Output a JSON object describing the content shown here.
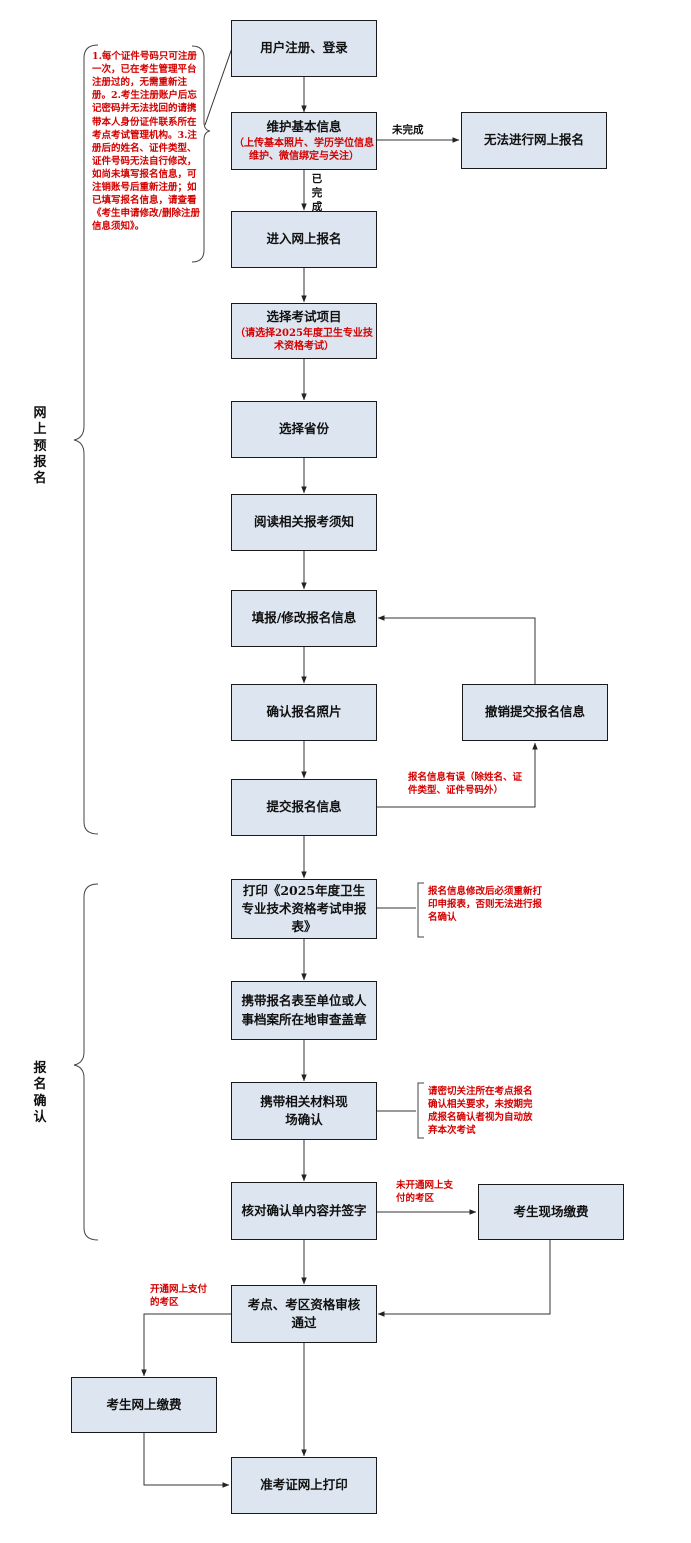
{
  "sections": {
    "pre": "网上预报名",
    "confirm": "报名确认"
  },
  "nodes": {
    "register": "用户注册、登录",
    "maintain_title": "维护基本信息",
    "maintain_sub": "（上传基本照片、学历学位信息维护、微信绑定与关注）",
    "cannot": "无法进行网上报名",
    "enter": "进入网上报名",
    "select_title": "选择考试项目",
    "select_sub": "（请选择2025年度卫生专业技术资格考试）",
    "province": "选择省份",
    "read": "阅读相关报考须知",
    "fill": "填报/修改报名信息",
    "photo": "确认报名照片",
    "submit": "提交报名信息",
    "revoke": "撤销提交报名信息",
    "print": "打印《2025年度卫生专业技术资格考试申报表》",
    "carry_form": "携带报名表至单位或人事档案所在地审查盖章",
    "carry_material": "携带相关材料现场确认",
    "verify": "核对确认单内容并签字",
    "onsite_pay": "考生现场缴费",
    "approve": "考点、考区资格审核通过",
    "online_pay": "考生网上缴费",
    "admit": "准考证网上打印"
  },
  "labels": {
    "incomplete": "未完成",
    "complete": "已完成",
    "info_error": "报名信息有误（除姓名、证件类型、证件号码外）",
    "no_online_pay": "未开通网上支付的考区",
    "online_pay_open": "开通网上支付的考区"
  },
  "notes": {
    "register_rules": "1.每个证件号码只可注册一次，已在考生管理平台注册过的，无需重新注册。2.考生注册账户后忘记密码并无法找回的请携带本人身份证件联系所在考点考试管理机构。3.注册后的姓名、证件类型、证件号码无法自行修改，如尚未填写报名信息，可注销账号后重新注册；如已填写报名信息，请查看《考生申请修改/删除注册信息须知》。",
    "reprint": "报名信息修改后必须重新打印申报表，否则无法进行报名确认",
    "confirm_warning": "请密切关注所在考点报名确认相关要求，未按期完成报名确认者视为自动放弃本次考试"
  }
}
